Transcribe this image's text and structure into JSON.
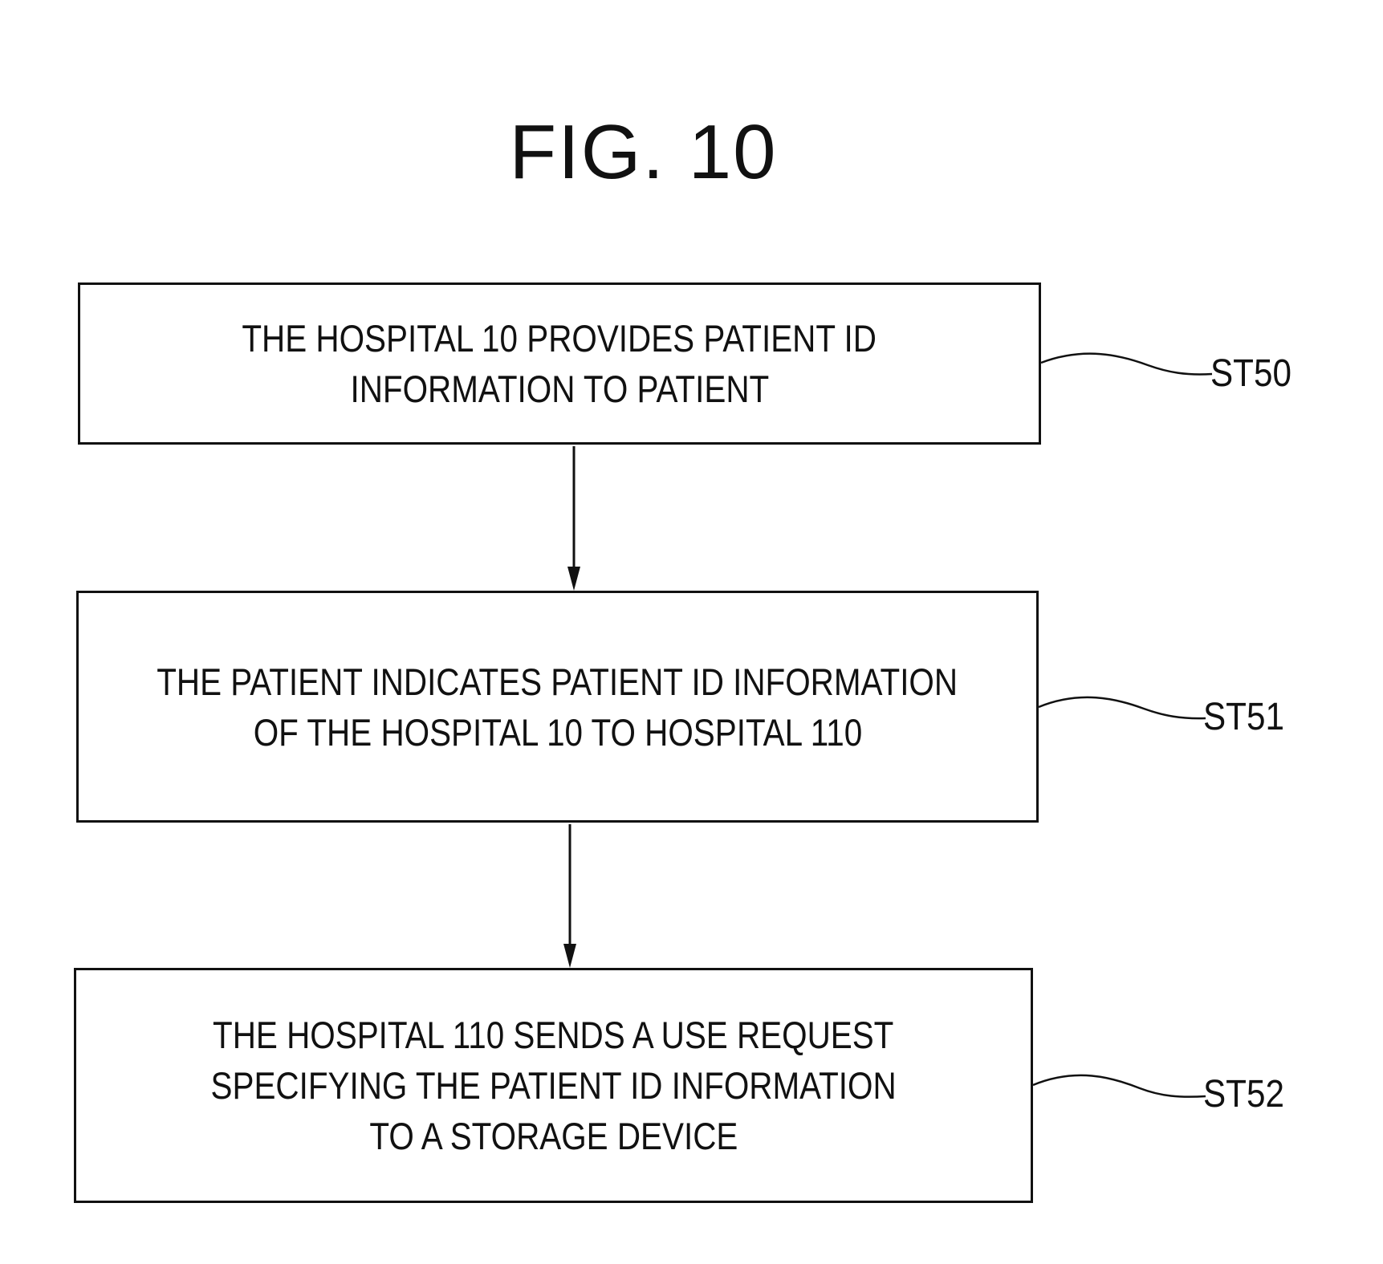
{
  "figure": {
    "title": "FIG. 10"
  },
  "steps": [
    {
      "id": "ST50",
      "lines": [
        "THE HOSPITAL 10 PROVIDES PATIENT ID",
        "INFORMATION TO PATIENT"
      ]
    },
    {
      "id": "ST51",
      "lines": [
        "THE PATIENT INDICATES PATIENT ID INFORMATION",
        "OF THE HOSPITAL 10 TO HOSPITAL 110"
      ]
    },
    {
      "id": "ST52",
      "lines": [
        "THE HOSPITAL 110 SENDS A USE REQUEST",
        "SPECIFYING THE PATIENT ID INFORMATION",
        "TO A STORAGE DEVICE"
      ]
    }
  ],
  "colors": {
    "ink": "#111111",
    "background": "#ffffff"
  }
}
